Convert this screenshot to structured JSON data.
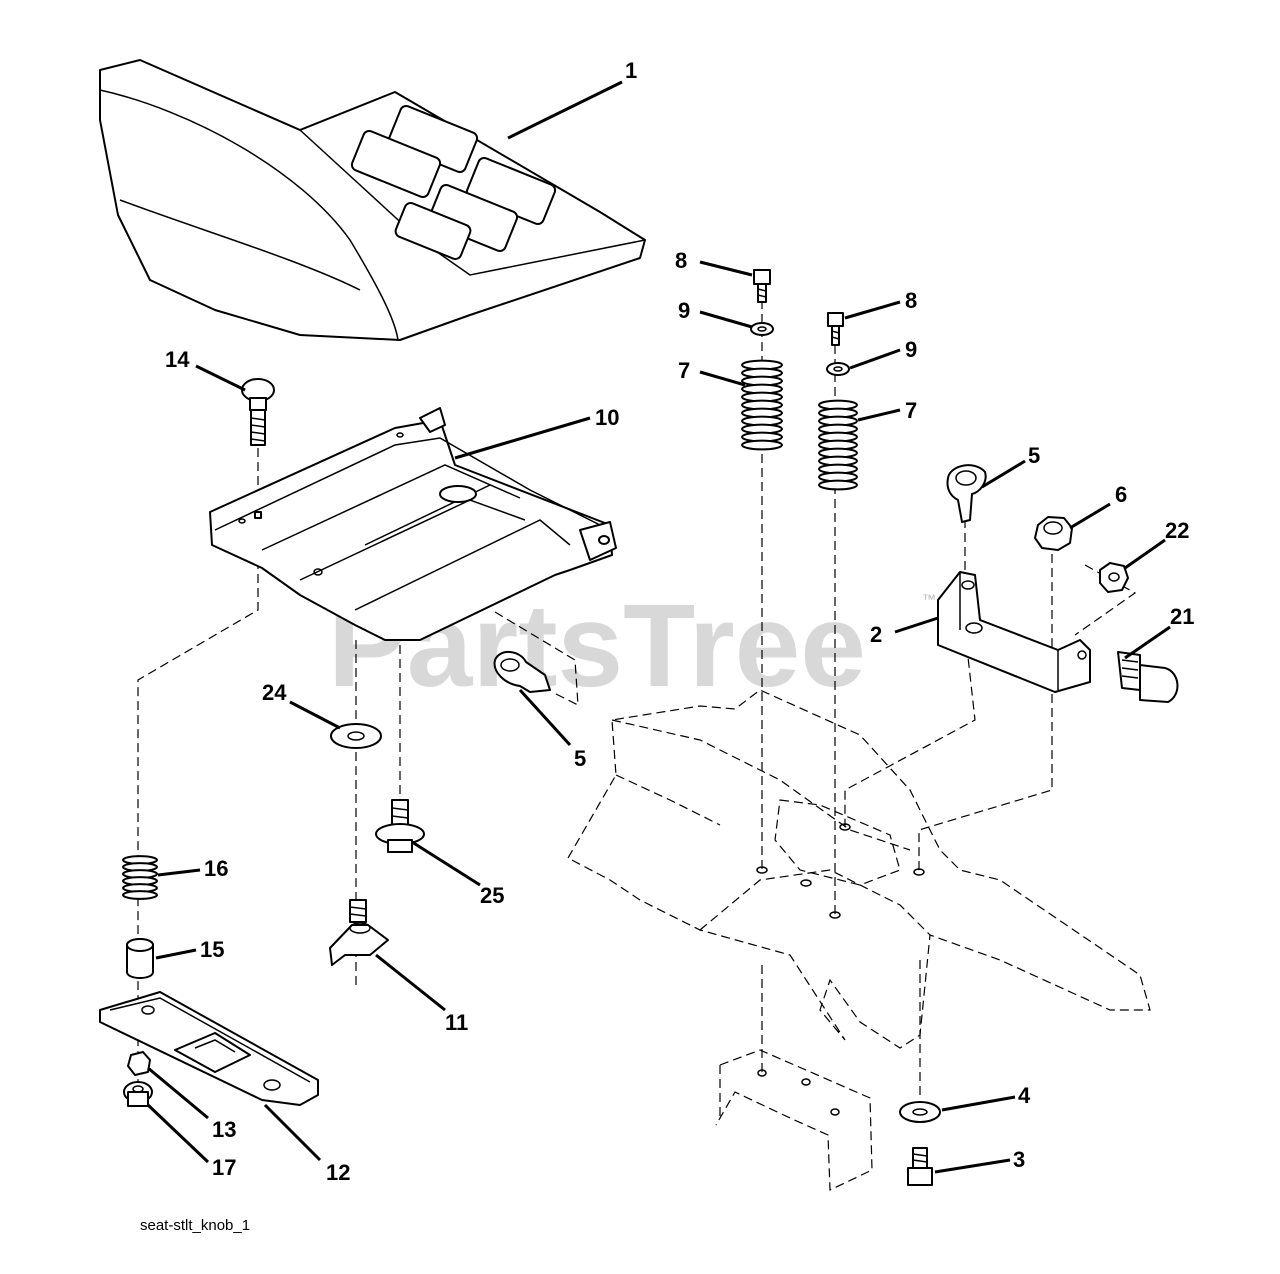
{
  "watermark": {
    "brand": "PartsTree",
    "trademark": "™"
  },
  "caption": "seat-stlt_knob_1",
  "callouts": [
    {
      "id": "c1",
      "label": "1"
    },
    {
      "id": "c14",
      "label": "14"
    },
    {
      "id": "c10",
      "label": "10"
    },
    {
      "id": "c8a",
      "label": "8"
    },
    {
      "id": "c9a",
      "label": "9"
    },
    {
      "id": "c7a",
      "label": "7"
    },
    {
      "id": "c8b",
      "label": "8"
    },
    {
      "id": "c9b",
      "label": "9"
    },
    {
      "id": "c7b",
      "label": "7"
    },
    {
      "id": "c5a",
      "label": "5"
    },
    {
      "id": "c6",
      "label": "6"
    },
    {
      "id": "c22",
      "label": "22"
    },
    {
      "id": "c2",
      "label": "2"
    },
    {
      "id": "c21",
      "label": "21"
    },
    {
      "id": "c24",
      "label": "24"
    },
    {
      "id": "c5b",
      "label": "5"
    },
    {
      "id": "c25",
      "label": "25"
    },
    {
      "id": "c16",
      "label": "16"
    },
    {
      "id": "c15",
      "label": "15"
    },
    {
      "id": "c11",
      "label": "11"
    },
    {
      "id": "c13",
      "label": "13"
    },
    {
      "id": "c17",
      "label": "17"
    },
    {
      "id": "c12",
      "label": "12"
    },
    {
      "id": "c4",
      "label": "4"
    },
    {
      "id": "c3",
      "label": "3"
    }
  ]
}
